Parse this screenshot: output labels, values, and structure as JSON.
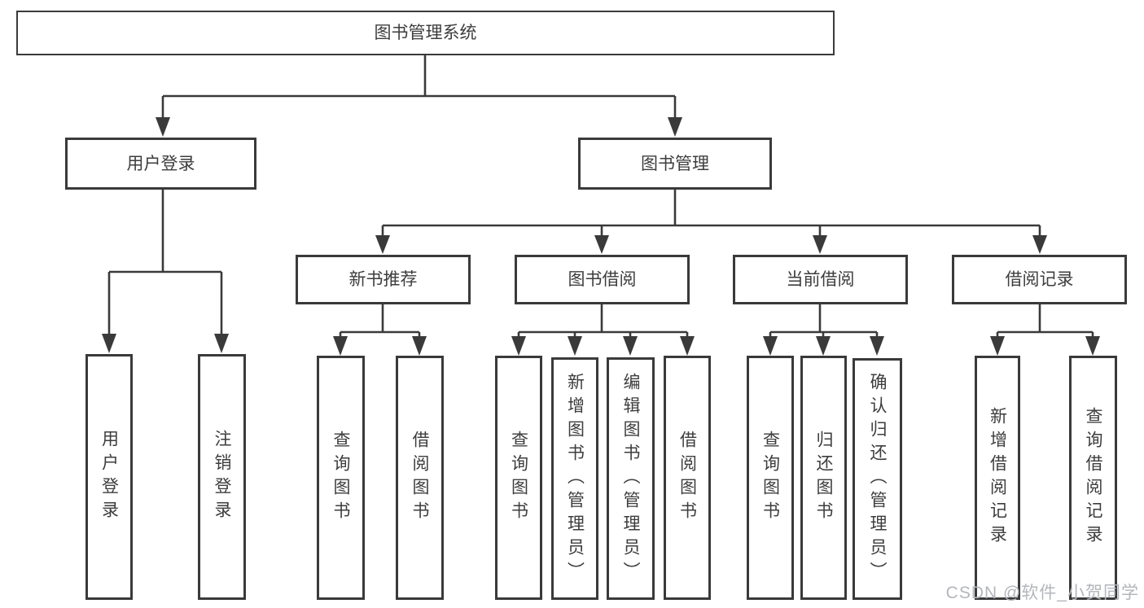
{
  "colors": {
    "line": "#3a3a3a",
    "text": "#3d3d3d",
    "watermark": "#b3b6bb",
    "bg": "#ffffff"
  },
  "tree": {
    "root": {
      "label": "图书管理系统"
    },
    "branches": [
      {
        "label": "用户登录",
        "children": [
          {
            "label": "用户登录"
          },
          {
            "label": "注销登录"
          }
        ]
      },
      {
        "label": "图书管理",
        "children": [
          {
            "label": "新书推荐",
            "children": [
              {
                "label": "查询图书"
              },
              {
                "label": "借阅图书"
              }
            ]
          },
          {
            "label": "图书借阅",
            "children": [
              {
                "label": "查询图书"
              },
              {
                "label": "新增图书（管理员）"
              },
              {
                "label": "编辑图书（管理员）"
              },
              {
                "label": "借阅图书"
              }
            ]
          },
          {
            "label": "当前借阅",
            "children": [
              {
                "label": "查询图书"
              },
              {
                "label": "归还图书"
              },
              {
                "label": "确认归还（管理员）"
              }
            ]
          },
          {
            "label": "借阅记录",
            "children": [
              {
                "label": "新增借阅记录"
              },
              {
                "label": "查询借阅记录"
              }
            ]
          }
        ]
      }
    ]
  },
  "watermark": {
    "text": "CSDN @软件_小贺同学"
  }
}
